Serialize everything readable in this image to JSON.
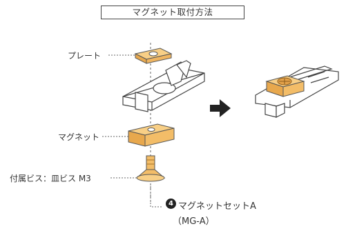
{
  "title": "マグネット取付方法",
  "labels": {
    "plate": "プレート",
    "magnet": "マグネット",
    "screw": "付属ビス：皿ビス M3"
  },
  "set": {
    "number": "4",
    "name": "マグネットセットA",
    "code": "（MG-A）"
  },
  "colors": {
    "magnet": "#f3bd68",
    "magnet_dark": "#d9953a",
    "line": "#555555",
    "arrow": "#222222"
  }
}
